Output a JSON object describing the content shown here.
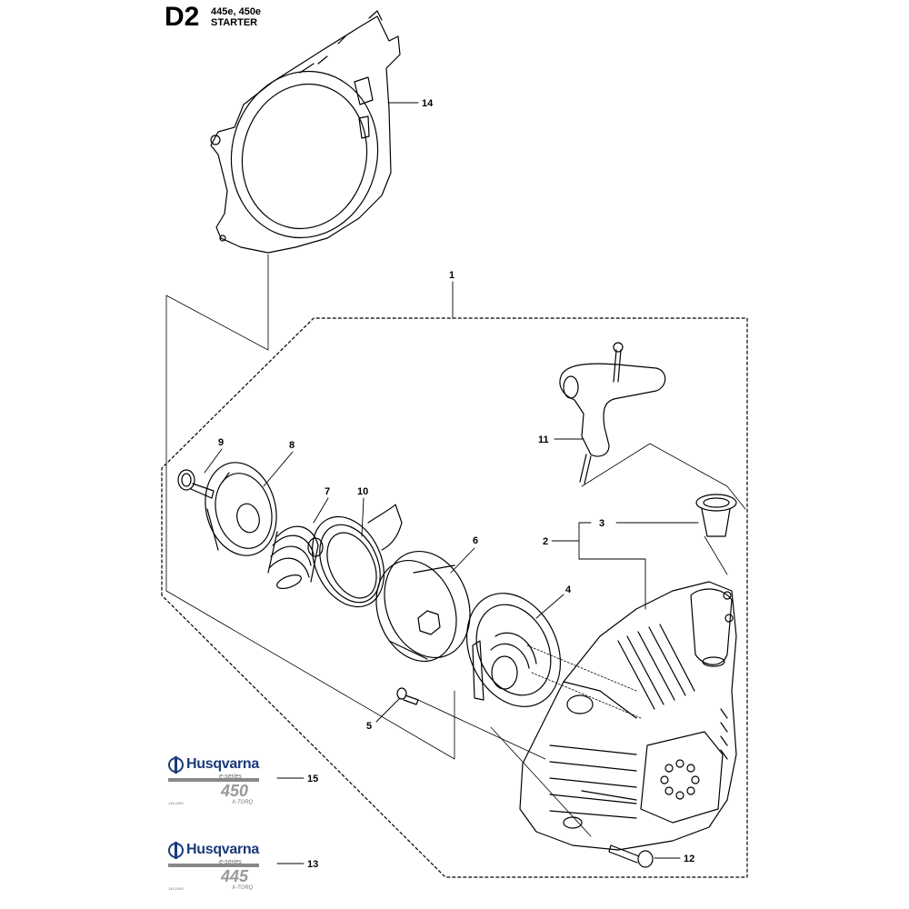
{
  "header": {
    "code": "D2",
    "models": "445e, 450e",
    "title": "STARTER"
  },
  "callouts": [
    {
      "id": "c1",
      "label": "1"
    },
    {
      "id": "c2",
      "label": "2"
    },
    {
      "id": "c3",
      "label": "3"
    },
    {
      "id": "c4",
      "label": "4"
    },
    {
      "id": "c5",
      "label": "5"
    },
    {
      "id": "c6",
      "label": "6"
    },
    {
      "id": "c7",
      "label": "7"
    },
    {
      "id": "c8",
      "label": "8"
    },
    {
      "id": "c9",
      "label": "9"
    },
    {
      "id": "c10",
      "label": "10"
    },
    {
      "id": "c11",
      "label": "11"
    },
    {
      "id": "c12",
      "label": "12"
    },
    {
      "id": "c13",
      "label": "13"
    },
    {
      "id": "c14",
      "label": "14"
    },
    {
      "id": "c15",
      "label": "15"
    }
  ],
  "decals": {
    "top": {
      "brand": "Husqvarna",
      "series": "e-series",
      "model": "450",
      "small_left": "145,1990",
      "small_right": "X-TORQ"
    },
    "bottom": {
      "brand": "Husqvarna",
      "series": "e-series",
      "model": "445",
      "small_left": "145,1990",
      "small_right": "X-TORQ"
    }
  },
  "colors": {
    "line": "#000000",
    "brand": "#1b3a7a",
    "decal_gray": "#999999"
  }
}
